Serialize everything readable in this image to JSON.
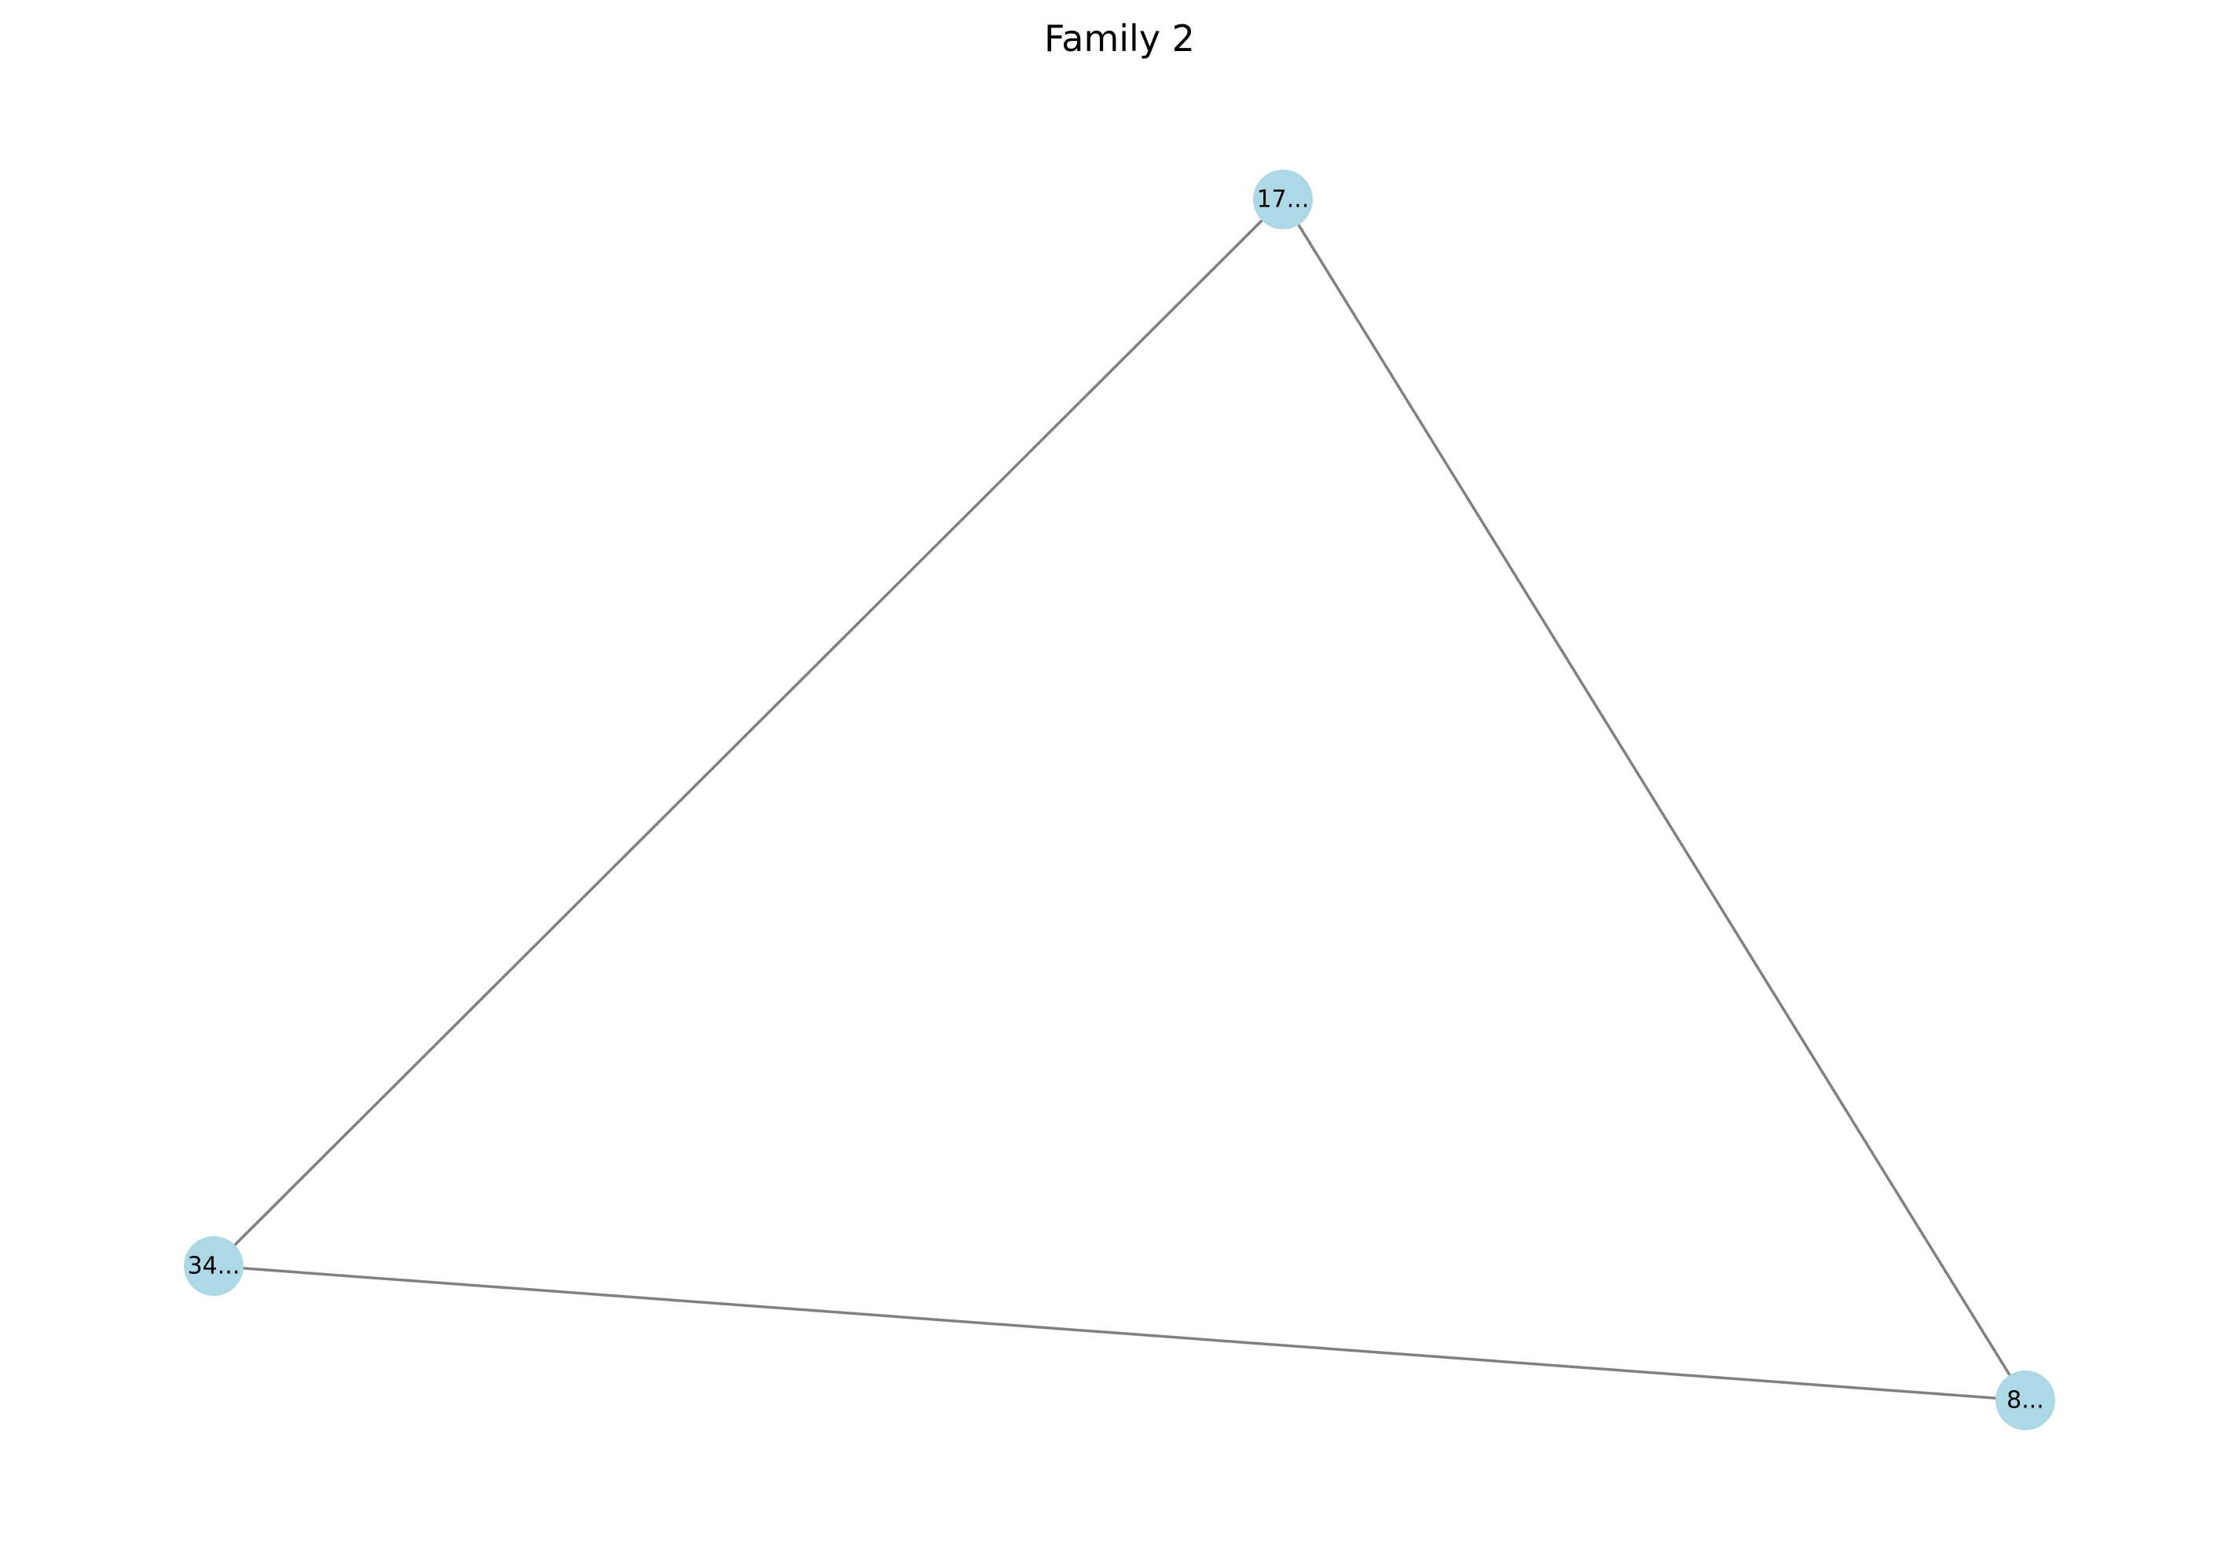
{
  "title": "Family 2",
  "colors": {
    "node_fill": "#add8e6",
    "edge_stroke": "#808080",
    "label_text": "#000000",
    "background": "#ffffff"
  },
  "nodes": [
    {
      "id": "n17",
      "label": "17..."
    },
    {
      "id": "n34",
      "label": "34..."
    },
    {
      "id": "n8",
      "label": "8..."
    }
  ],
  "edges": [
    {
      "source": "n17",
      "target": "n34"
    },
    {
      "source": "n17",
      "target": "n8"
    },
    {
      "source": "n34",
      "target": "n8"
    }
  ]
}
